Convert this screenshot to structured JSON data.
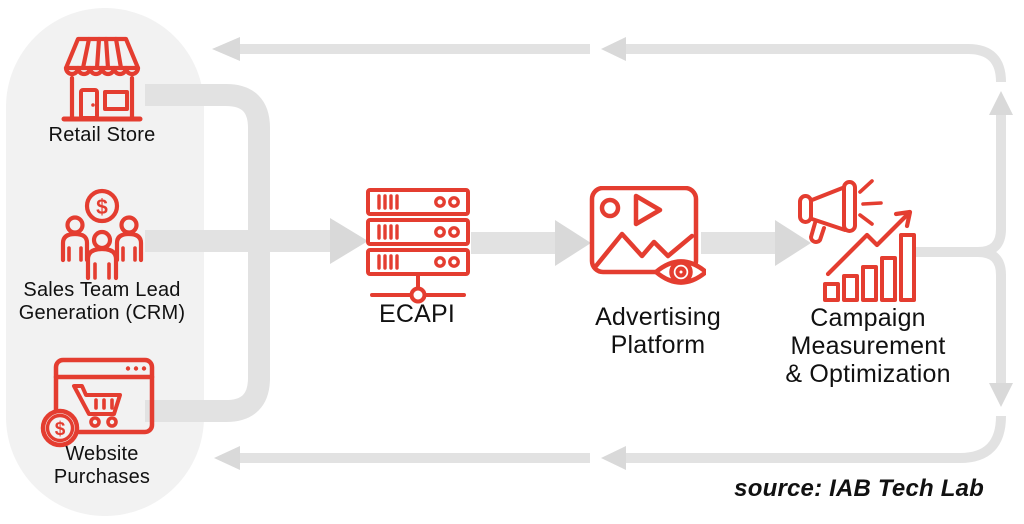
{
  "colors": {
    "bg": "#ffffff",
    "pill_bg": "#f2f2f2",
    "connector": "#e2e2e2",
    "arrowhead": "#d9d9d9",
    "red": "#e43d30",
    "text": "#111111"
  },
  "sources": {
    "retail": {
      "label": "Retail Store"
    },
    "sales": {
      "line1": "Sales Team Lead",
      "line2": "Generation (CRM)"
    },
    "website": {
      "line1": "Website",
      "line2": "Purchases"
    }
  },
  "pipeline": {
    "ecapi": {
      "label": "ECAPI"
    },
    "advertising": {
      "line1": "Advertising",
      "line2": "Platform"
    },
    "campaign": {
      "line1": "Campaign",
      "line2": "Measurement",
      "line3": "& Optimization"
    }
  },
  "icons": {
    "dollar": "$"
  },
  "credit": {
    "text": "source: IAB Tech Lab"
  }
}
